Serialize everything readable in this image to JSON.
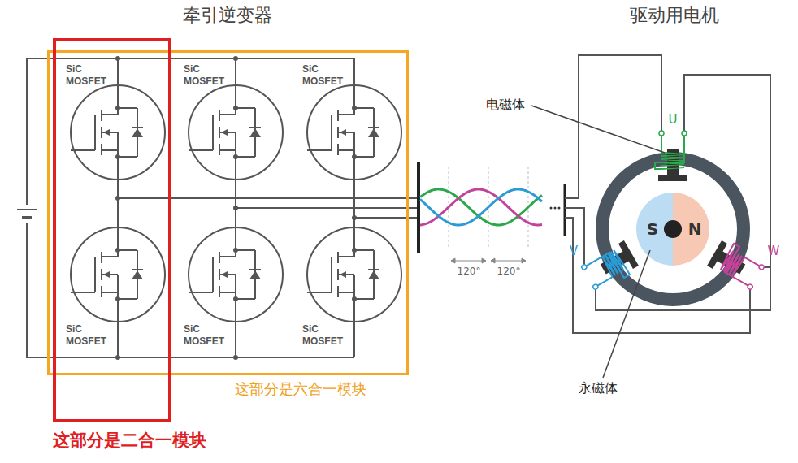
{
  "diagram": {
    "nodes": [
      {
        "text": [
          "这部分是六合一模块"
        ]
      },
      {
        "text": [
          "这部分是二合一模块"
        ]
      },
      {
        "text": [
          "SiC MOSFET"
        ],
        "in": 1
      },
      {
        "text": [
          "SiC MOSFET"
        ],
        "in": 0
      },
      {
        "text": [
          "SiC MOSFET"
        ],
        "in": 0
      },
      {
        "text": [
          "SiC MOSFET"
        ],
        "in": 1
      },
      {
        "text": [
          "SiC MOSFET"
        ],
        "in": 0
      },
      {
        "text": [
          "SiC MOSFET"
        ],
        "in": 0
      }
    ],
    "edges": [
      {
        "from": 2,
        "to": 5,
        "arrow": "none"
      },
      {
        "from": 3,
        "to": 6,
        "arrow": "none"
      },
      {
        "from": 4,
        "to": 7,
        "arrow": "none"
      }
    ],
    "labels": [
      "牵引逆变器",
      "驱动用电机",
      "电磁体",
      "U",
      "120°",
      "120°",
      "S",
      "N",
      "V",
      "W",
      "永磁体"
    ]
  }
}
